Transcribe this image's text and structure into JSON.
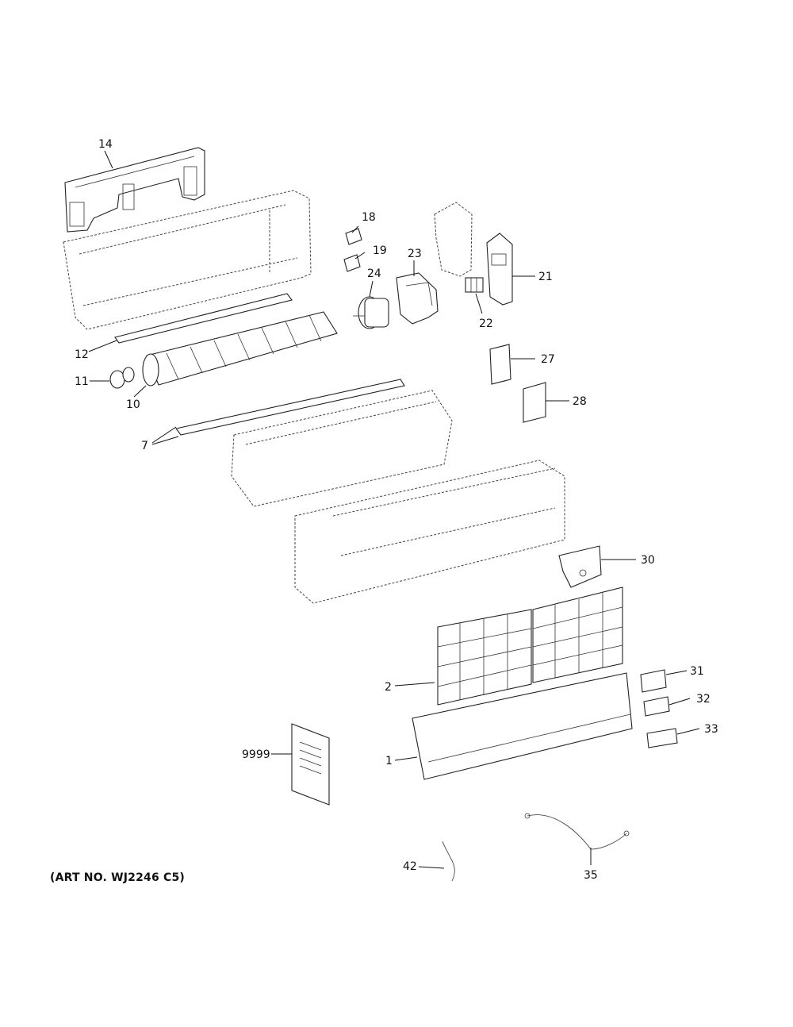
{
  "art_number": "(ART NO. WJ2246 C5)",
  "callouts": {
    "c14": "14",
    "c18": "18",
    "c19": "19",
    "c23": "23",
    "c24": "24",
    "c21": "21",
    "c22": "22",
    "c12": "12",
    "c11": "11",
    "c10": "10",
    "c27": "27",
    "c28": "28",
    "c7": "7",
    "c30": "30",
    "c2": "2",
    "c31": "31",
    "c32": "32",
    "c33": "33",
    "c9999": "9999",
    "c1": "1",
    "c42": "42",
    "c35": "35"
  }
}
